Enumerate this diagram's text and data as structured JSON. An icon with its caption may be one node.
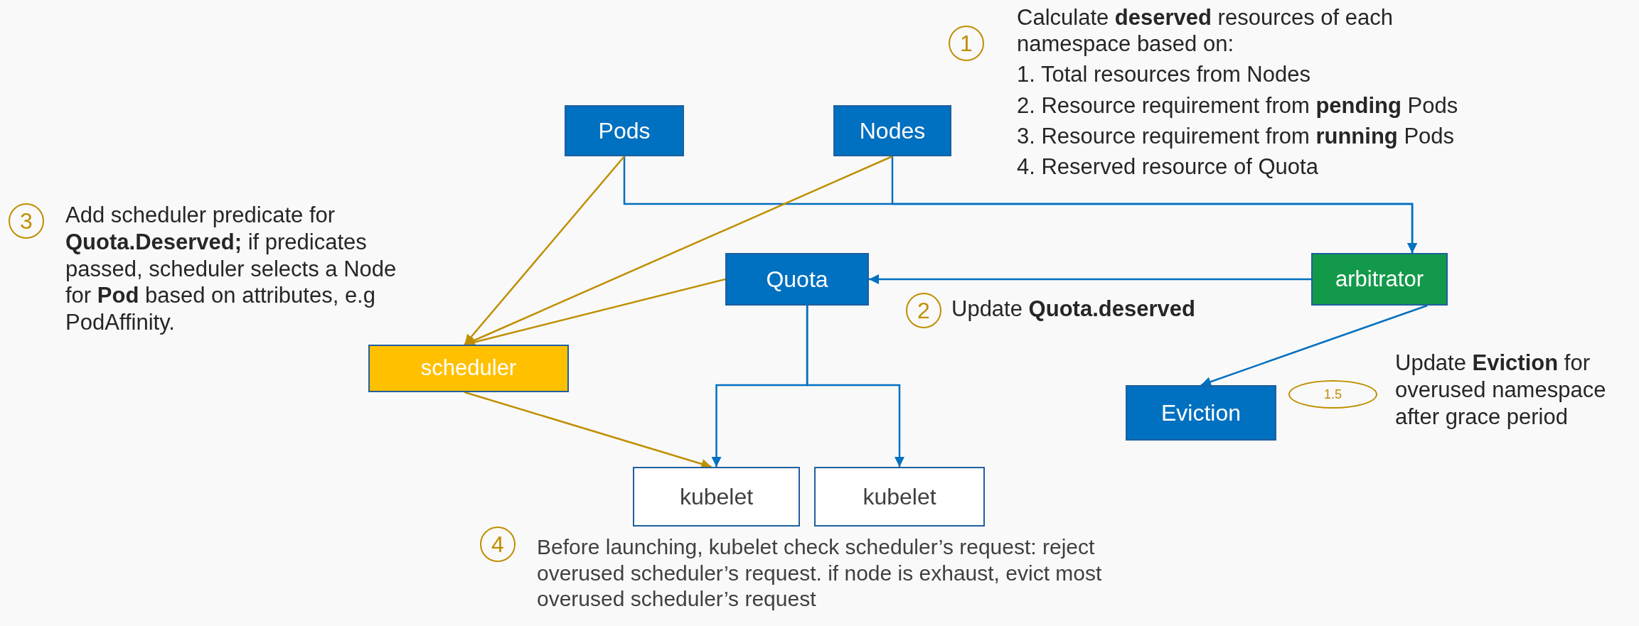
{
  "diagram": {
    "nodes": [
      {
        "text": [
          "1"
        ],
        "beside": [
          "Calculate **deserved** resources of each namespace based on:",
          "1. Total resources from Nodes",
          "2. Resource requirement from **pending** Pods",
          "3. Resource requirement from **running** Pods",
          "4. Reserved resource of Quota"
        ]
      },
      {
        "text": [
          "Pods"
        ]
      },
      {
        "text": [
          "Nodes"
        ]
      },
      {
        "text": [
          "3"
        ],
        "beside": [
          "Add scheduler predicate for **Quota.Deserved;** if predicates passed, scheduler selects a Node for **Pod** based on attributes, e.g PodAffinity."
        ]
      },
      {
        "text": [
          "Quota"
        ]
      },
      {
        "text": [
          "arbitrator"
        ]
      },
      {
        "text": [
          "2"
        ],
        "beside": [
          "Update **Quota.deserved**"
        ]
      },
      {
        "text": [
          "scheduler"
        ]
      },
      {
        "text": [
          "Eviction"
        ]
      },
      {
        "text": [
          "1.5"
        ],
        "beside": [
          "Update **Eviction** for overused namespace after grace period"
        ]
      },
      {
        "text": [
          "kubelet"
        ]
      },
      {
        "text": [
          "kubelet"
        ]
      },
      {
        "text": [
          "4"
        ]
      }
    ],
    "labels": [
      "Before launching, kubelet check scheduler’s request: reject overused scheduler’s request. if node is exhaust, evict most overused scheduler’s request"
    ],
    "edges": [
      {
        "from": 1,
        "to": 5,
        "arrow": "to"
      },
      {
        "from": 2,
        "to": 5,
        "arrow": "to"
      },
      {
        "from": 5,
        "to": 4,
        "arrow": "to"
      },
      {
        "from": 5,
        "to": 8,
        "arrow": "to"
      },
      {
        "from": 4,
        "to": 10,
        "arrow": "to"
      },
      {
        "from": 4,
        "to": 11,
        "arrow": "to"
      },
      {
        "from": 1,
        "to": 7,
        "arrow": "to",
        "color": "#bf8f00"
      },
      {
        "from": 2,
        "to": 7,
        "arrow": "to",
        "color": "#bf8f00"
      },
      {
        "from": 4,
        "to": 7,
        "arrow": "to",
        "color": "#bf8f00"
      },
      {
        "from": 7,
        "to": 10,
        "arrow": "to",
        "color": "#bf8f00"
      }
    ]
  }
}
